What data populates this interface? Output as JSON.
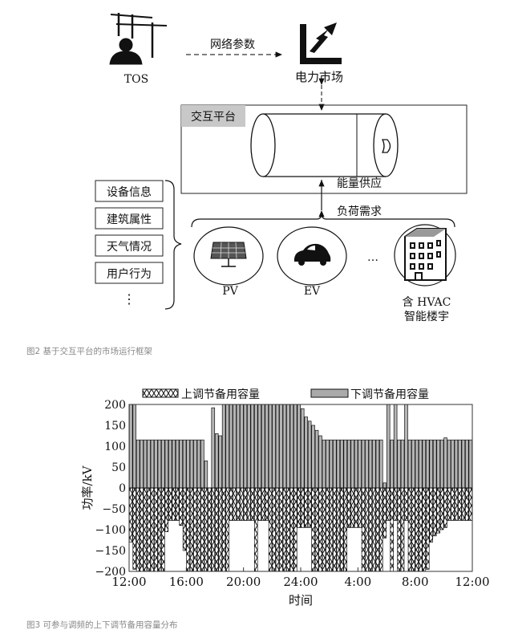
{
  "figure2": {
    "tos_label": "TOS",
    "network_params": "网络参数",
    "power_market": "电力市场",
    "platform": "交互平台",
    "energy_supply": "能量供应",
    "load_demand": "负荷需求",
    "info_items": [
      "设备信息",
      "建筑属性",
      "天气情况",
      "用户行为"
    ],
    "info_more": "⋮",
    "devices": {
      "pv": "PV",
      "ev": "EV",
      "ellipsis": "…",
      "hvac_line1": "含 HVAC",
      "hvac_line2": "智能楼宇"
    },
    "caption": "图2 基于交互平台的市场运行框架"
  },
  "figure3": {
    "caption": "图3 可参与调频的上下调节备用容量分布"
  },
  "chart_data": {
    "type": "bar",
    "xlabel": "时间",
    "ylabel": "功率/kV",
    "ylim": [
      -200,
      200
    ],
    "yticks": [
      200,
      150,
      100,
      50,
      0,
      -50,
      -100,
      -150,
      -200
    ],
    "ytick_labels": [
      "200",
      "150",
      "100",
      "50",
      "0",
      "−50",
      "−100",
      "−150",
      "−200"
    ],
    "xtick_labels": [
      "12:00",
      "16:00",
      "20:00",
      "24:00",
      "4:00",
      "8:00",
      "12:00"
    ],
    "x_interval_minutes": 15,
    "legend_position": "top",
    "series": [
      {
        "name": "上调节备用容量",
        "pattern": "cross-hatch",
        "values": [
          -130,
          -195,
          -200,
          -200,
          -200,
          -200,
          -200,
          -200,
          -200,
          -200,
          -105,
          -78,
          -78,
          -78,
          -90,
          -150,
          -200,
          -200,
          -200,
          -200,
          -200,
          -200,
          -200,
          -200,
          -200,
          -200,
          -200,
          -200,
          -78,
          -78,
          -78,
          -78,
          -78,
          -78,
          -78,
          -200,
          -78,
          -78,
          -78,
          -200,
          -200,
          -200,
          -200,
          -200,
          -200,
          -200,
          -200,
          -95,
          -95,
          -95,
          -95,
          -200,
          -200,
          -200,
          -200,
          -200,
          -200,
          -200,
          -200,
          -200,
          -200,
          -95,
          -95,
          -95,
          -95,
          -200,
          -200,
          -200,
          -200,
          -200,
          -200,
          -120,
          -78,
          -200,
          -78,
          -200,
          -200,
          -78,
          -200,
          -200,
          -200,
          -200,
          -200,
          -195,
          -130,
          -115,
          -108,
          -100,
          -95,
          -78,
          -78,
          -78,
          -78,
          -78,
          -78,
          -78
        ]
      },
      {
        "name": "下调节备用容量",
        "pattern": "vertical-stripes",
        "values": [
          200,
          200,
          115,
          115,
          115,
          115,
          115,
          115,
          115,
          115,
          115,
          115,
          115,
          115,
          115,
          115,
          115,
          115,
          115,
          115,
          115,
          65,
          0,
          192,
          130,
          125,
          200,
          200,
          200,
          200,
          200,
          200,
          200,
          200,
          200,
          200,
          200,
          200,
          200,
          200,
          200,
          200,
          200,
          200,
          200,
          200,
          200,
          200,
          190,
          170,
          160,
          150,
          138,
          125,
          115,
          115,
          115,
          115,
          115,
          115,
          115,
          115,
          115,
          115,
          115,
          115,
          115,
          115,
          115,
          115,
          115,
          12,
          200,
          115,
          200,
          115,
          115,
          200,
          115,
          115,
          115,
          115,
          115,
          115,
          115,
          115,
          115,
          115,
          120,
          115,
          115,
          115,
          115,
          115,
          115,
          115
        ]
      }
    ]
  }
}
